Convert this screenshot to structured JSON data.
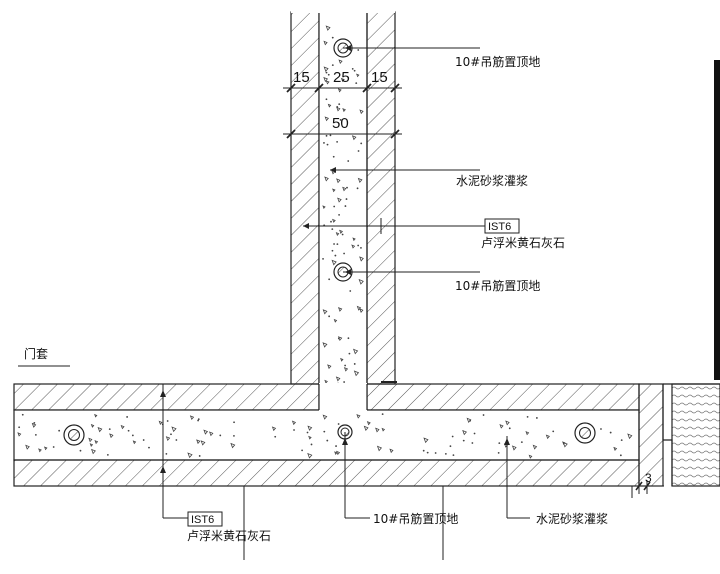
{
  "callouts": {
    "rebar_top": "10#吊筋置顶地",
    "grout_upper": "水泥砂浆灌浆",
    "stone_code_upper": "IST6",
    "stone_name_upper": "卢浮米黄石灰石",
    "rebar_mid": "10#吊筋置顶地",
    "door_frame": "门套",
    "stone_code_lower": "IST6",
    "stone_name_lower": "卢浮米黄石灰石",
    "rebar_bottom": "10#吊筋置顶地",
    "grout_lower": "水泥砂浆灌浆"
  },
  "dimensions": {
    "left_skin": "15",
    "core": "25",
    "right_skin": "15",
    "total": "50",
    "gap": "3"
  }
}
